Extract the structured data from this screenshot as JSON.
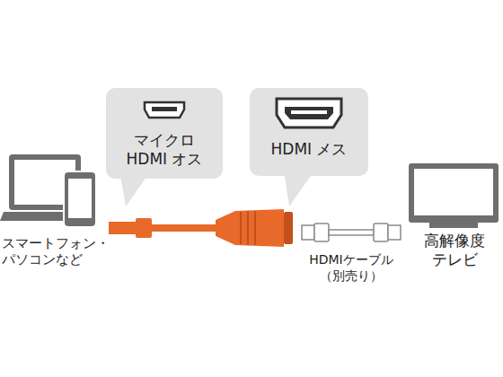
{
  "diagram": {
    "nodes": [
      {
        "text": [
          "マイクロ HDMI オス"
        ]
      },
      {
        "text": [
          "HDMI メス"
        ]
      }
    ],
    "labels": [
      "スマートフォン・ パソコンなど",
      "HDMIケーブル （別売り）",
      "高解像度 テレビ"
    ]
  }
}
